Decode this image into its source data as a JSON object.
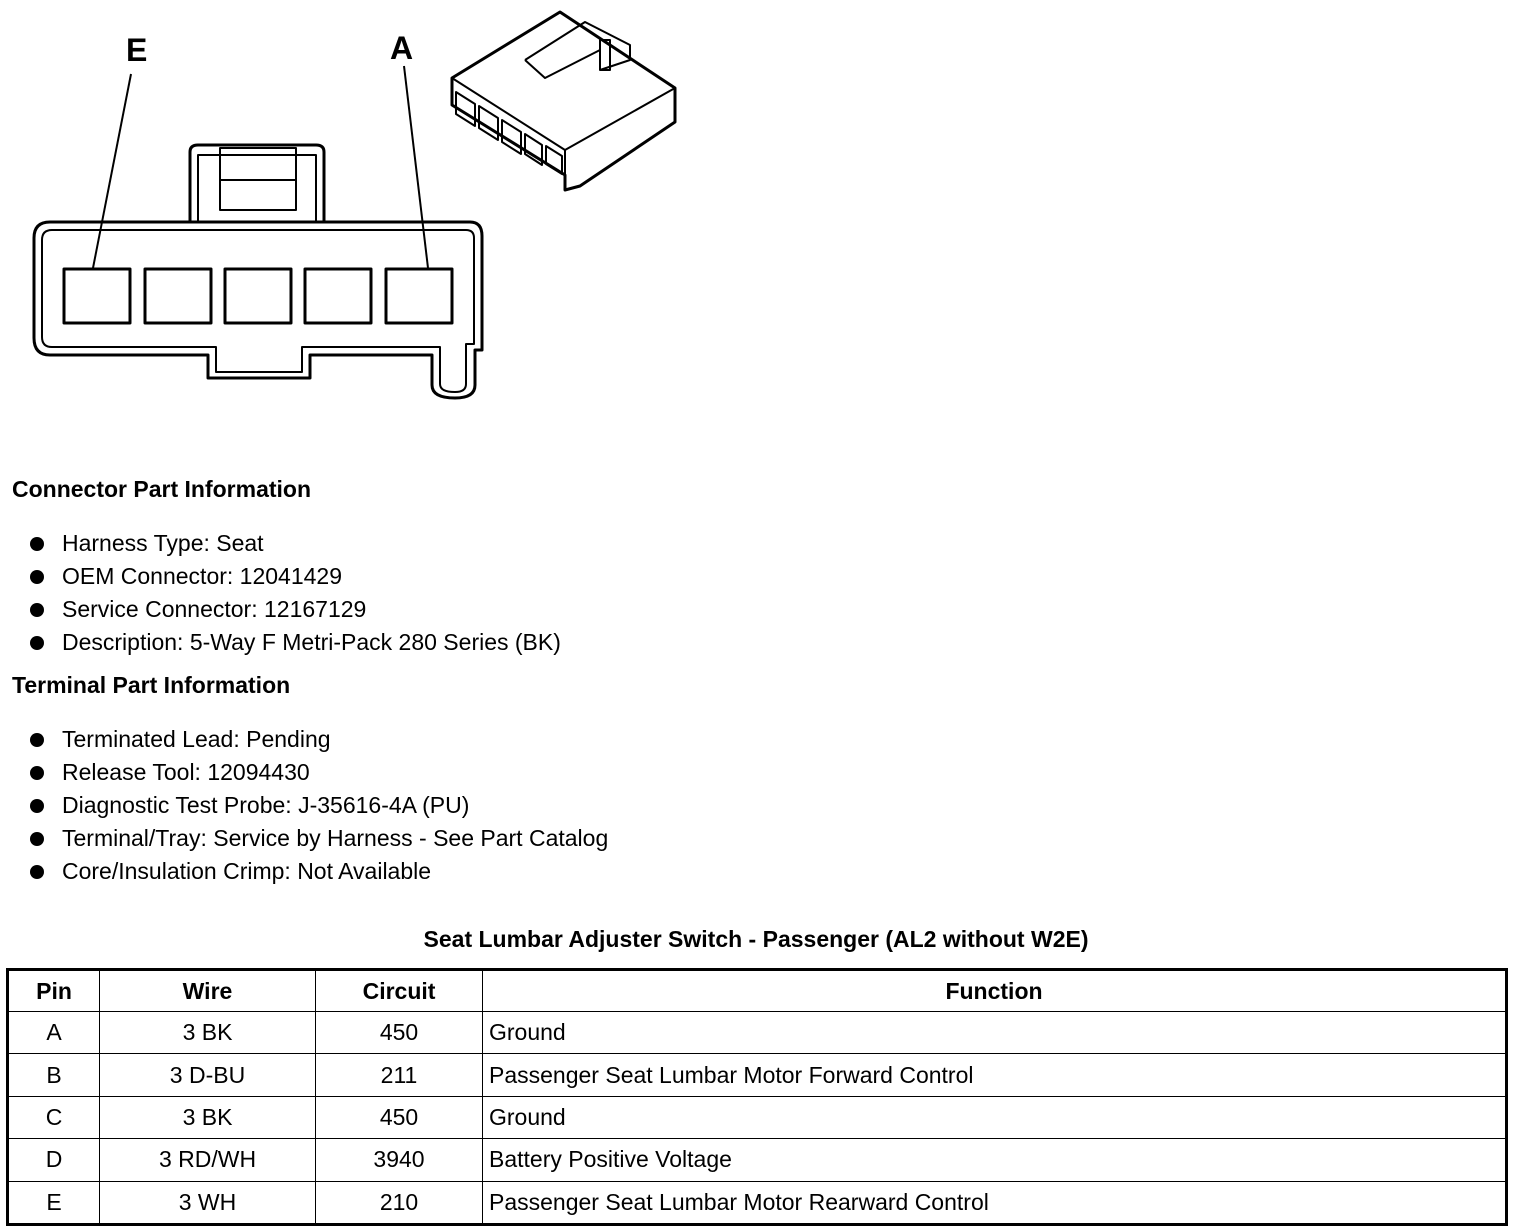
{
  "connector_diagram": {
    "pin_labels": {
      "left": "E",
      "right": "A"
    }
  },
  "connector_info": {
    "heading": "Connector Part Information",
    "items": [
      "Harness Type: Seat",
      "OEM Connector: 12041429",
      "Service Connector: 12167129",
      "Description: 5-Way F Metri-Pack 280 Series (BK)"
    ]
  },
  "terminal_info": {
    "heading": "Terminal Part Information",
    "items": [
      "Terminated Lead: Pending",
      "Release Tool: 12094430",
      "Diagnostic Test Probe: J-35616-4A (PU)",
      "Terminal/Tray: Service by Harness - See Part Catalog",
      "Core/Insulation Crimp: Not Available"
    ]
  },
  "pin_table": {
    "title": "Seat Lumbar Adjuster Switch - Passenger (AL2 without W2E)",
    "headers": {
      "pin": "Pin",
      "wire": "Wire",
      "circuit": "Circuit",
      "function": "Function"
    },
    "rows": [
      {
        "pin": "A",
        "wire": "3 BK",
        "circuit": "450",
        "function": "Ground"
      },
      {
        "pin": "B",
        "wire": "3 D-BU",
        "circuit": "211",
        "function": "Passenger Seat Lumbar Motor Forward Control"
      },
      {
        "pin": "C",
        "wire": "3 BK",
        "circuit": "450",
        "function": "Ground"
      },
      {
        "pin": "D",
        "wire": "3 RD/WH",
        "circuit": "3940",
        "function": "Battery Positive Voltage"
      },
      {
        "pin": "E",
        "wire": "3 WH",
        "circuit": "210",
        "function": "Passenger Seat Lumbar Motor Rearward Control"
      }
    ]
  }
}
